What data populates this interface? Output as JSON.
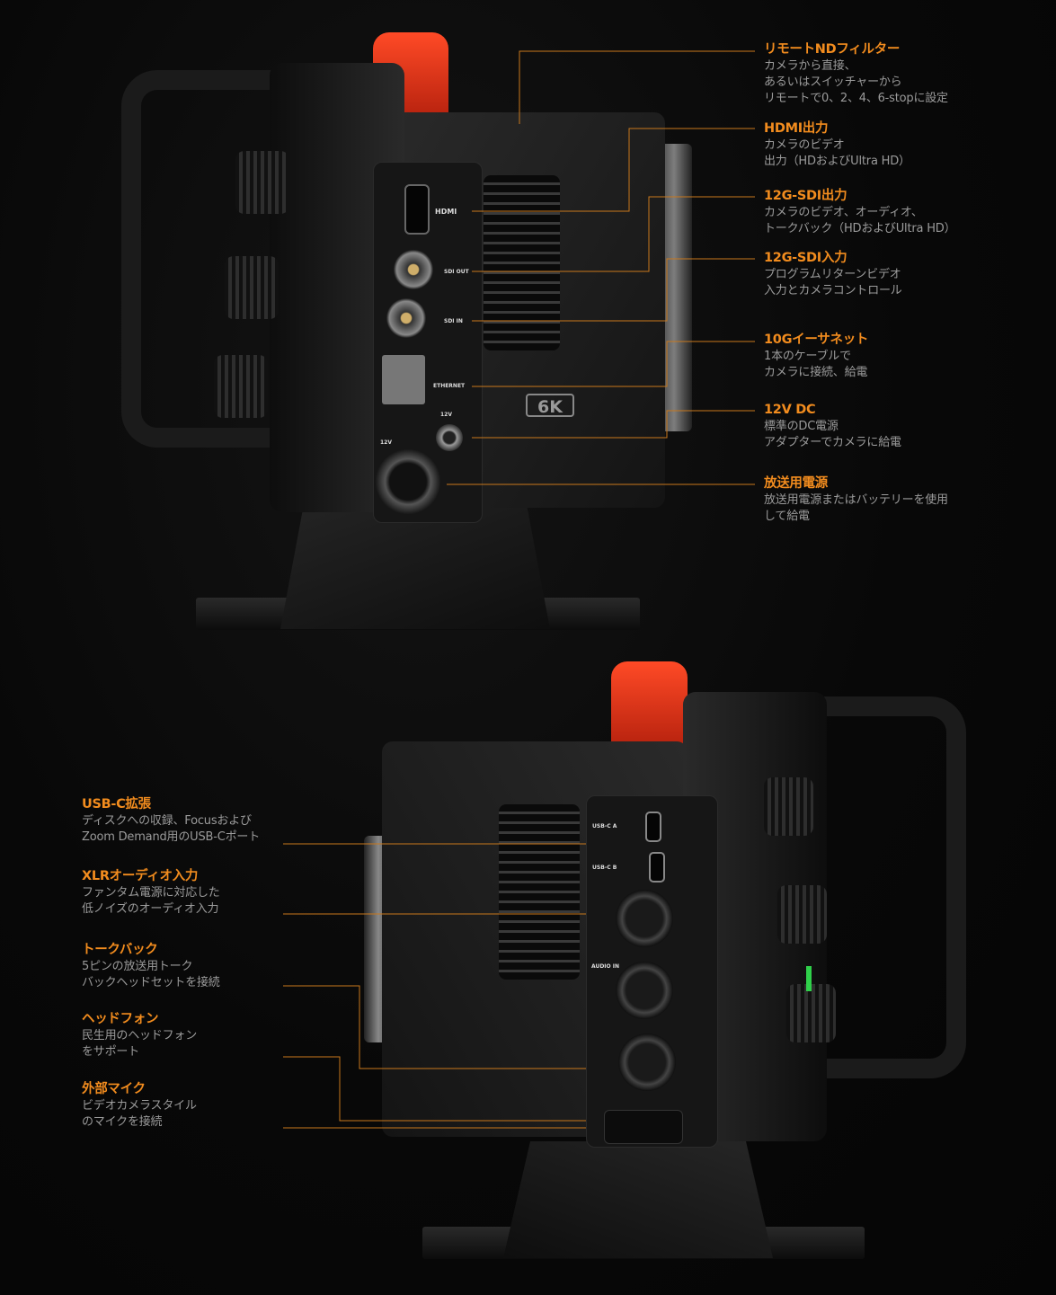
{
  "top_callouts": [
    {
      "title": "リモートNDフィルター",
      "desc": "カメラから直接、\nあるいはスイッチャーから\nリモートで0、2、4、6-stopに設定"
    },
    {
      "title": "HDMI出力",
      "desc": "カメラのビデオ\n出力（HDおよびUltra HD）"
    },
    {
      "title": "12G-SDI出力",
      "desc": "カメラのビデオ、オーディオ、\nトークバック（HDおよびUltra HD）"
    },
    {
      "title": "12G-SDI入力",
      "desc": "プログラムリターンビデオ\n入力とカメラコントロール"
    },
    {
      "title": "10Gイーサネット",
      "desc": "1本のケーブルで\nカメラに接続、給電"
    },
    {
      "title": "12V DC",
      "desc": "標準のDC電源\nアダプターでカメラに給電"
    },
    {
      "title": "放送用電源",
      "desc": "放送用電源またはバッテリーを使用\nして給電"
    }
  ],
  "bottom_callouts": [
    {
      "title": "USB-C拡張",
      "desc": "ディスクへの収録、Focusおよび\nZoom Demand用のUSB-Cポート"
    },
    {
      "title": "XLRオーディオ入力",
      "desc": "ファンタム電源に対応した\n低ノイズのオーディオ入力"
    },
    {
      "title": "トークバック",
      "desc": "5ピンの放送用トーク\nバックヘッドセットを接続"
    },
    {
      "title": "ヘッドフォン",
      "desc": "民生用のヘッドフォン\nをサポート"
    },
    {
      "title": "外部マイク",
      "desc": "ビデオカメラスタイル\nのマイクを接続"
    }
  ],
  "camera_labels": {
    "hdmi": "HDMI",
    "sdi_out": "SDI OUT",
    "sdi_in": "SDI IN",
    "ethernet": "ETHERNET",
    "dc12v": "12V",
    "power12v": "12V",
    "badge": "6K",
    "usb_a": "USB-C A",
    "usb_b": "USB-C B",
    "audio_in": "AUDIO IN"
  },
  "colors": {
    "accent": "#f28c1e",
    "line": "#c9781c",
    "tally": "#ff3b1f"
  }
}
